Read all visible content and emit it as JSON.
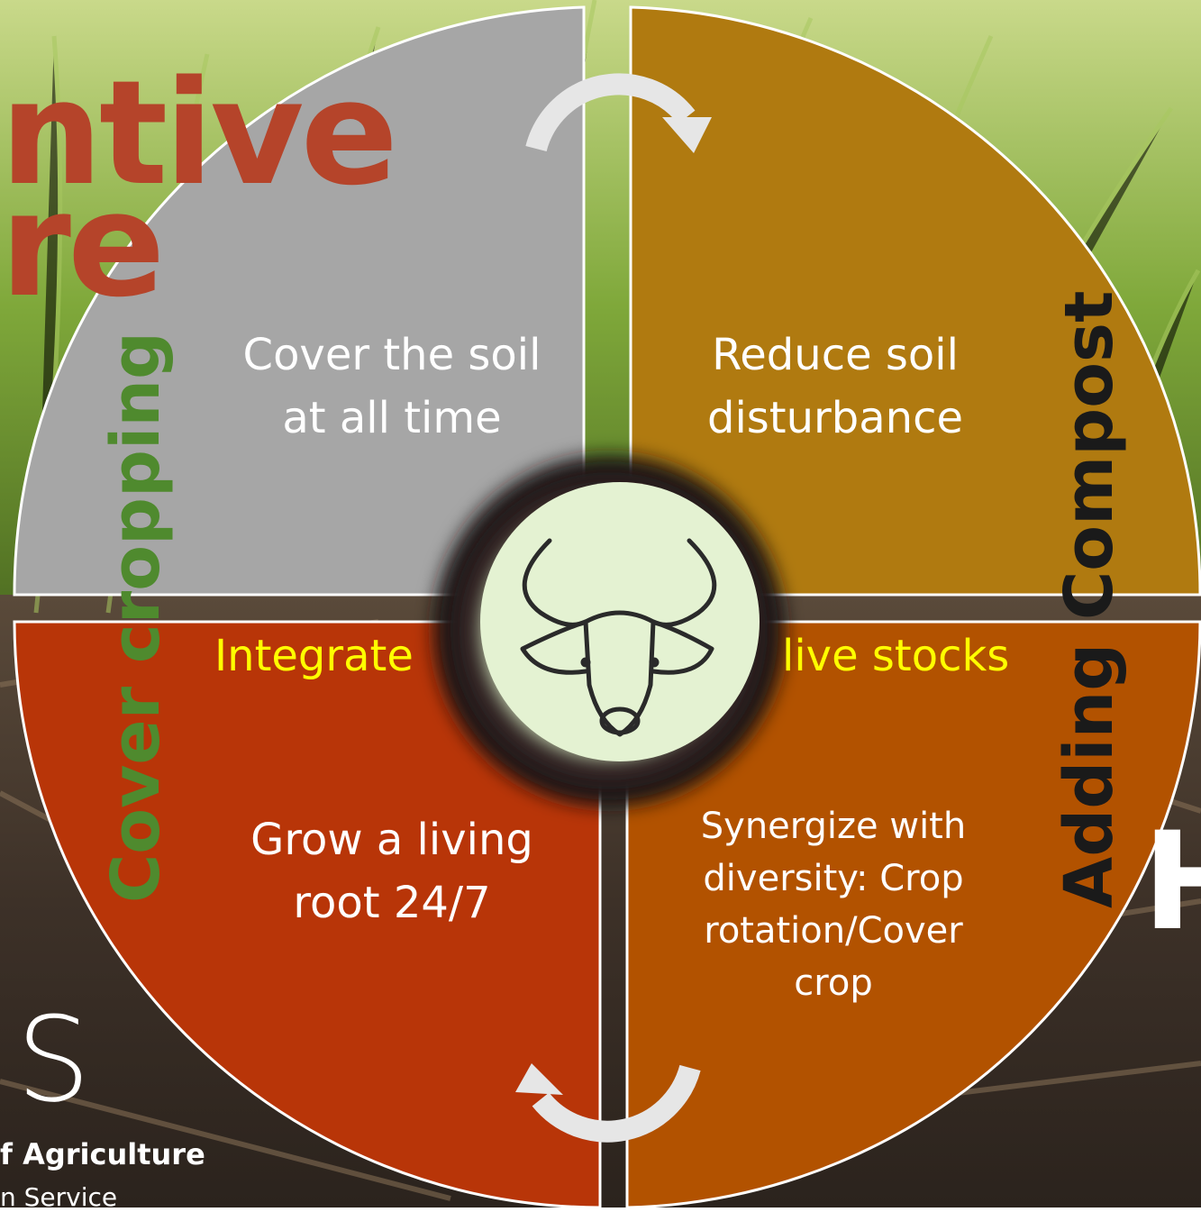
{
  "title_fragments": {
    "line1": "ntive",
    "line2": "re"
  },
  "quadrants": {
    "top_left": "Cover the soil at all time",
    "top_right": "Reduce soil disturbance",
    "bottom_left": "Grow a living root 24/7",
    "bottom_right": "Synergize with diversity: Crop rotation/Cover crop"
  },
  "center_labels": {
    "left": "Integrate",
    "right": "live stocks"
  },
  "vertical_labels": {
    "left": "Cover cropping",
    "right": "Adding Compost"
  },
  "edge_fragment": "H",
  "logo": {
    "mark": "S",
    "line1": "f Agriculture",
    "line2": "n Service"
  },
  "colors": {
    "top_left": "#a6a6a6",
    "top_right": "#b07a10",
    "bottom_left": "#b83508",
    "bottom_right": "#b25200",
    "title": "#b5442a",
    "cover_cropping": "#4f8a2e",
    "adding_compost": "#1a1a1a",
    "integrate": "#ffff00"
  },
  "center_icon": "cow-head-icon",
  "arrows": [
    "clockwise-arrow-top-icon",
    "clockwise-arrow-bottom-icon"
  ]
}
